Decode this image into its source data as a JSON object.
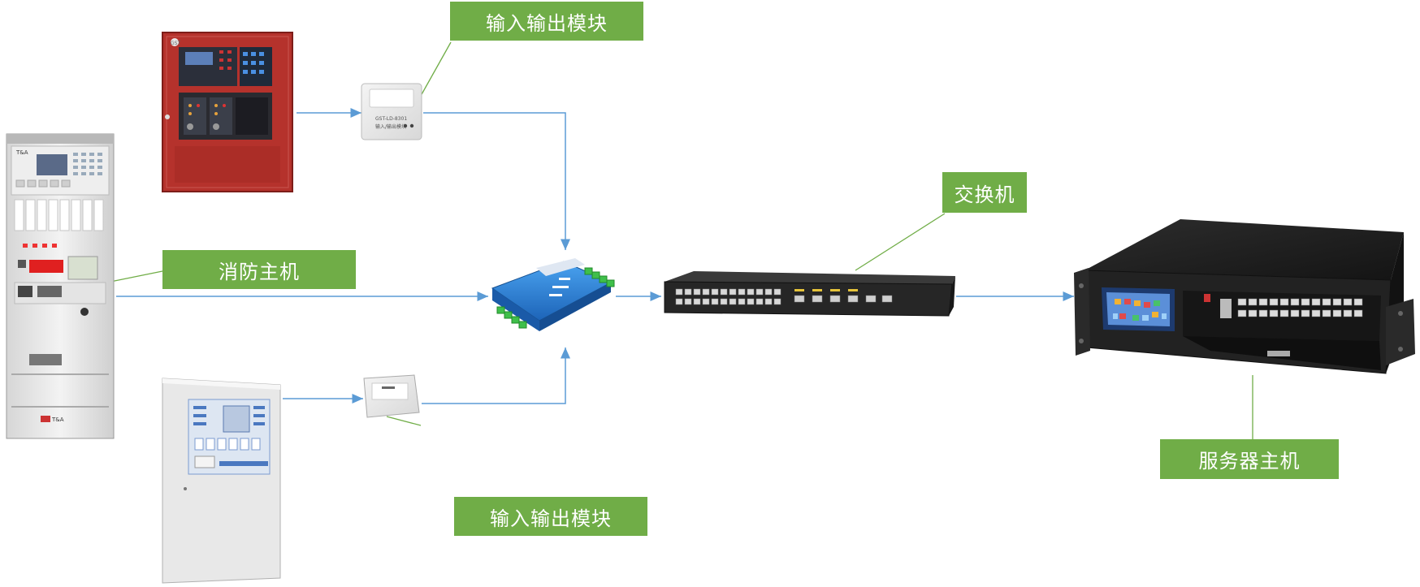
{
  "labels": {
    "io_module_top": "输入输出模块",
    "io_module_bottom": "输入输出模块",
    "fire_host": "消防主机",
    "switch": "交换机",
    "server_host": "服务器主机"
  },
  "device_texts": {
    "red_panel_brand": "GST",
    "io_module_top_model": "GST-LD-8301",
    "io_module_top_caption": "输入/输出模块",
    "cabinet_brand": "T&A",
    "cabinet_footer_brand": "T&A"
  },
  "colors": {
    "label_green": "#70ad47",
    "connector_blue": "#5b9bd5",
    "leader_green": "#70ad47",
    "red_panel": "#b5322c",
    "converter_blue": "#2e7ecf",
    "switch_body": "#2c2c2c",
    "server_body": "#1e1e1e"
  },
  "icons": [
    "arrow-icon"
  ]
}
